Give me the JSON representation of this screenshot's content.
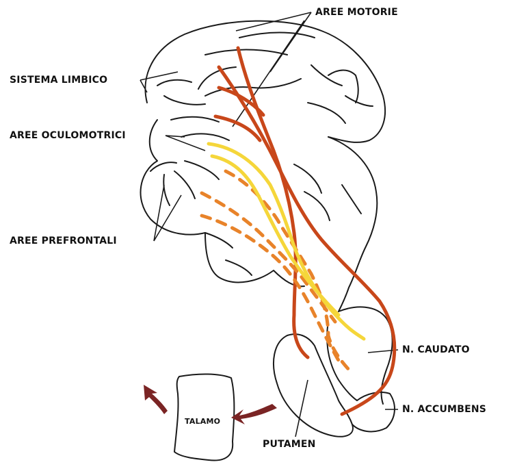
{
  "labels": {
    "aree_motorie": "AREE MOTORIE",
    "sistema_limbico": "SISTEMA LIMBICO",
    "aree_oculomotrici": "AREE OCULOMOTRICI",
    "aree_prefrontali": "AREE PREFRONTALI",
    "n_caudato": "N. CAUDATO",
    "n_accumbens": "N. ACCUMBENS",
    "putamen": "PUTAMEN",
    "talamo": "TALAMO"
  },
  "colors": {
    "motor_loop": "#c8471a",
    "oculomotor_loop": "#f5d63a",
    "prefrontal_loop": "#e8832a",
    "arrow": "#7a2424",
    "outline": "#1a1a1a"
  }
}
